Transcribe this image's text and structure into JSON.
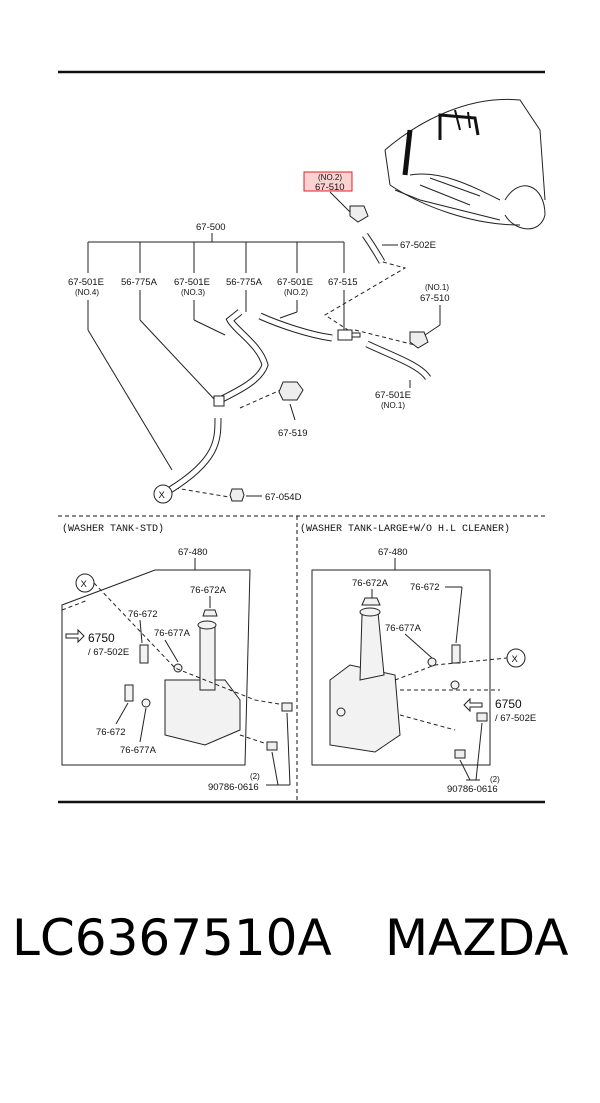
{
  "highlight_color": "#e02020",
  "parts": {
    "p_67_510_no2": "67-510",
    "p_67_510_no2_note": "(NO.2)",
    "p_67_502E_top": "67-502E",
    "p_67_500": "67-500",
    "p_67_501E_no4": "67-501E",
    "p_67_501E_no4_note": "(NO.4)",
    "p_56_775A_a": "56-775A",
    "p_67_501E_no3": "67-501E",
    "p_67_501E_no3_note": "(NO.3)",
    "p_56_775A_b": "56-775A",
    "p_67_501E_no2": "67-501E",
    "p_67_501E_no2_note": "(NO.2)",
    "p_67_515": "67-515",
    "p_67_510_no1_note": "(NO.1)",
    "p_67_510_no1": "67-510",
    "p_67_501E_no1": "67-501E",
    "p_67_501E_no1_note": "(NO.1)",
    "p_67_519": "67-519",
    "p_67_054D": "67-054D",
    "marker_x": "X"
  },
  "left_panel": {
    "header": "(WASHER TANK-STD)",
    "p_67_480": "67-480",
    "p_76_672A": "76-672A",
    "p_76_672": "76-672",
    "p_76_677A_a": "76-677A",
    "p_6750": "6750",
    "p_67_502E": "/ 67-502E",
    "p_76_672_b": "76-672",
    "p_76_677A_b": "76-677A",
    "p_qty": "(2)",
    "p_90786": "90786-0616"
  },
  "right_panel": {
    "header": "(WASHER TANK-LARGE+W/O H.L CLEANER)",
    "p_67_480": "67-480",
    "p_76_672A": "76-672A",
    "p_76_672": "76-672",
    "p_76_677A": "76-677A",
    "p_6750": "6750",
    "p_67_502E": "/ 67-502E",
    "p_qty": "(2)",
    "p_90786": "90786-0616"
  },
  "caption": {
    "part_number": "LC6367510A",
    "brand": "MAZDA"
  }
}
